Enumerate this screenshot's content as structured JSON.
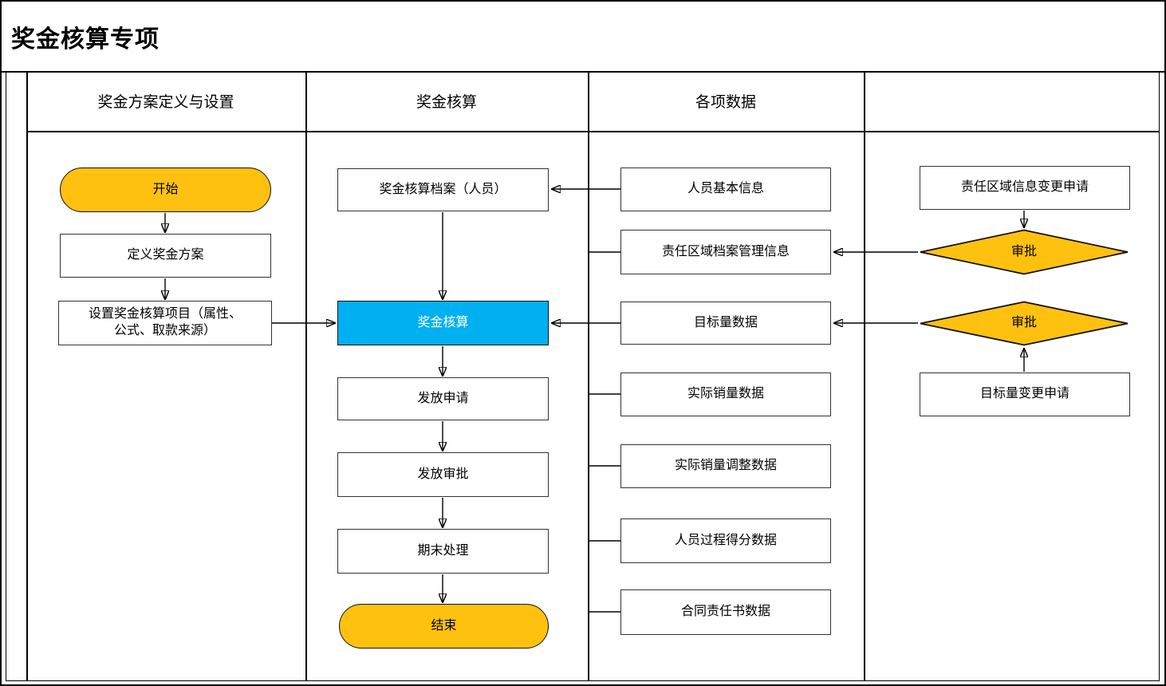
{
  "title": "奖金核算专项",
  "lanes": [
    {
      "label": "奖金方案定义与设置"
    },
    {
      "label": "奖金核算"
    },
    {
      "label": "各项数据"
    },
    {
      "label": ""
    }
  ],
  "nodes": {
    "start": {
      "label": "开始"
    },
    "define_plan": {
      "label": "定义奖金方案"
    },
    "setup_items": {
      "label": "设置奖金核算项目（属性、\n公式、取款来源）"
    },
    "calc_archive": {
      "label": "奖金核算档案（人员）"
    },
    "bonus_calc": {
      "label": "奖金核算"
    },
    "pay_apply": {
      "label": "发放申请"
    },
    "pay_approve": {
      "label": "发放审批"
    },
    "period_end": {
      "label": "期末处理"
    },
    "end": {
      "label": "结束"
    },
    "person_info": {
      "label": "人员基本信息"
    },
    "area_archive_info": {
      "label": "责任区域档案管理信息"
    },
    "target_data": {
      "label": "目标量数据"
    },
    "actual_sales": {
      "label": "实际销量数据"
    },
    "sales_adjust": {
      "label": "实际销量调整数据"
    },
    "process_score": {
      "label": "人员过程得分数据"
    },
    "contract_data": {
      "label": "合同责任书数据"
    },
    "area_change_request": {
      "label": "责任区域信息变更申请"
    },
    "approve1": {
      "label": "审批"
    },
    "approve2": {
      "label": "审批"
    },
    "target_change_request": {
      "label": "目标量变更申请"
    }
  },
  "edges": [
    {
      "from": "start",
      "to": "define_plan"
    },
    {
      "from": "define_plan",
      "to": "setup_items"
    },
    {
      "from": "setup_items",
      "to": "bonus_calc"
    },
    {
      "from": "calc_archive",
      "to": "bonus_calc"
    },
    {
      "from": "bonus_calc",
      "to": "pay_apply"
    },
    {
      "from": "pay_apply",
      "to": "pay_approve"
    },
    {
      "from": "pay_approve",
      "to": "period_end"
    },
    {
      "from": "period_end",
      "to": "end"
    },
    {
      "from": "person_info",
      "to": "calc_archive"
    },
    {
      "from": "target_data",
      "to": "bonus_calc"
    },
    {
      "from": "area_archive_info",
      "to": "bonus_calc"
    },
    {
      "from": "actual_sales",
      "to": "bonus_calc"
    },
    {
      "from": "sales_adjust",
      "to": "bonus_calc"
    },
    {
      "from": "process_score",
      "to": "bonus_calc"
    },
    {
      "from": "contract_data",
      "to": "bonus_calc"
    },
    {
      "from": "area_change_request",
      "to": "approve1"
    },
    {
      "from": "approve1",
      "to": "area_archive_info"
    },
    {
      "from": "target_change_request",
      "to": "approve2"
    },
    {
      "from": "approve2",
      "to": "target_data"
    }
  ],
  "colors": {
    "terminator_fill": "#FFC110",
    "highlight_fill": "#00B0F0",
    "line": "#000000"
  }
}
